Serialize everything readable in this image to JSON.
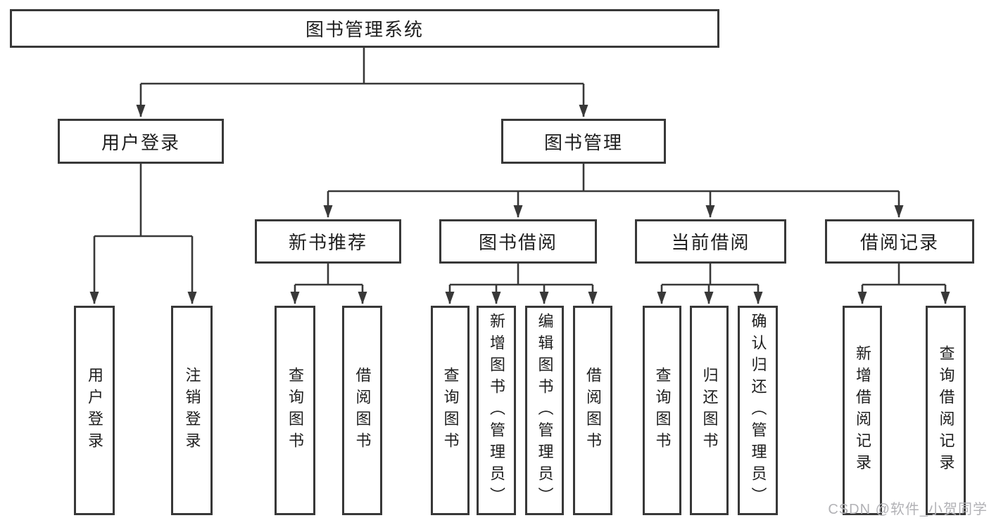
{
  "nodes": {
    "root": "图书管理系统",
    "level2": {
      "user_login": "用户登录",
      "book_mgmt": "图书管理"
    },
    "level3": {
      "new_book": "新书推荐",
      "borrow": "图书借阅",
      "current": "当前借阅",
      "records": "借阅记录"
    },
    "leaves": {
      "user_login": "用户登录",
      "logout": "注销登录",
      "nb_search": "查询图书",
      "nb_borrow": "借阅图书",
      "bw_search": "查询图书",
      "bw_add": "新增图书（管理员）",
      "bw_edit": "编辑图书（管理员）",
      "bw_borrow": "借阅图书",
      "cu_search": "查询图书",
      "cu_return": "归还图书",
      "cu_confirm": "确认归还（管理员）",
      "rc_add": "新增借阅记录",
      "rc_search": "查询借阅记录"
    }
  },
  "watermark": "CSDN @软件_小贺同学",
  "colors": {
    "line": "#383838",
    "text": "#1e1e1e",
    "watermark": "#b2b2b6",
    "background": "#ffffff"
  }
}
